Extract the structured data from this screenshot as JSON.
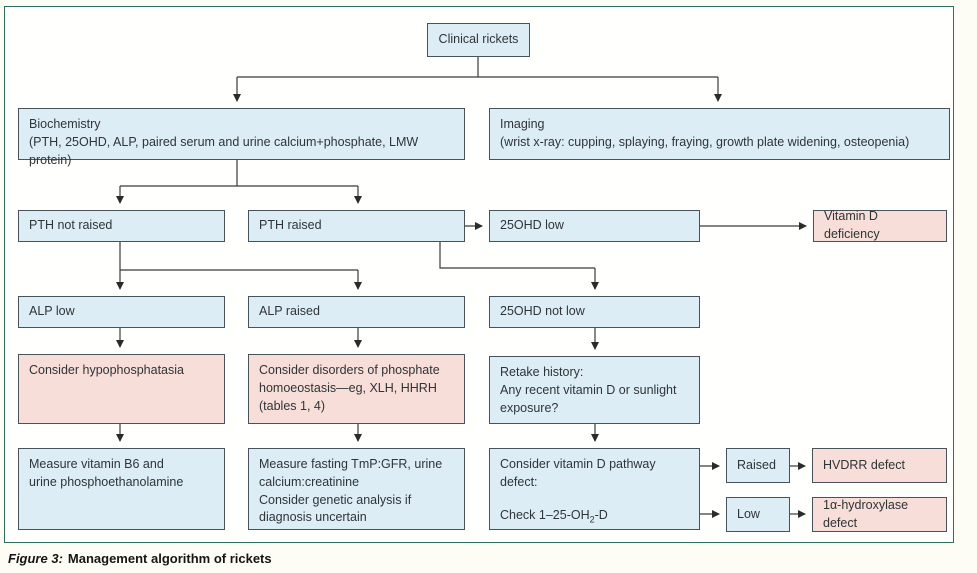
{
  "figure": {
    "caption_label": "Figure 3:",
    "caption_text": "Management algorithm of rickets"
  },
  "colors": {
    "box_blue_fill": "#ddedf6",
    "box_pink_fill": "#f7ded9",
    "box_border": "#47525a",
    "frame_border": "#2e6e5e",
    "connector_line": "#3a3a3a",
    "text": "#2f3437"
  },
  "nodes": {
    "clinical_rickets": {
      "label": "Clinical rickets"
    },
    "biochemistry": {
      "title": "Biochemistry",
      "detail": "(PTH, 25OHD, ALP, paired serum and urine calcium+phosphate, LMW protein)"
    },
    "imaging": {
      "title": "Imaging",
      "detail": "(wrist x-ray: cupping, splaying, fraying, growth plate widening, osteopenia)"
    },
    "pth_not_raised": {
      "label": "PTH not raised"
    },
    "pth_raised": {
      "label": "PTH raised"
    },
    "ohd_low": {
      "label": "25OHD low"
    },
    "vitamin_d_deficiency": {
      "label": "Vitamin D deficiency"
    },
    "alp_low": {
      "label": "ALP low"
    },
    "alp_raised": {
      "label": "ALP raised"
    },
    "ohd_not_low": {
      "label": "25OHD not low"
    },
    "hypophosphatasia": {
      "label": "Consider hypophosphatasia"
    },
    "phosphate_disorders": {
      "label": "Consider disorders of phosphate homoeostasis—eg, XLH, HHRH (tables 1, 4)"
    },
    "retake_history": {
      "line1": "Retake history:",
      "line2": "Any recent vitamin D or sunlight exposure?"
    },
    "measure_b6": {
      "line1": "Measure vitamin B6 and",
      "line2": "urine phosphoethanolamine"
    },
    "measure_tmp": {
      "line1": "Measure fasting TmP:GFR, urine calcium:creatinine",
      "line2": "Consider genetic analysis if diagnosis uncertain"
    },
    "vitd_pathway": {
      "line1": "Consider vitamin D pathway defect:",
      "check_pre": "Check 1–25-OH",
      "check_sub": "2",
      "check_post": "-D"
    },
    "raised": {
      "label": "Raised"
    },
    "hvdrr": {
      "label": "HVDRR defect"
    },
    "low": {
      "label": "Low"
    },
    "hydroxylase": {
      "label": "1α-hydroxylase defect"
    }
  }
}
